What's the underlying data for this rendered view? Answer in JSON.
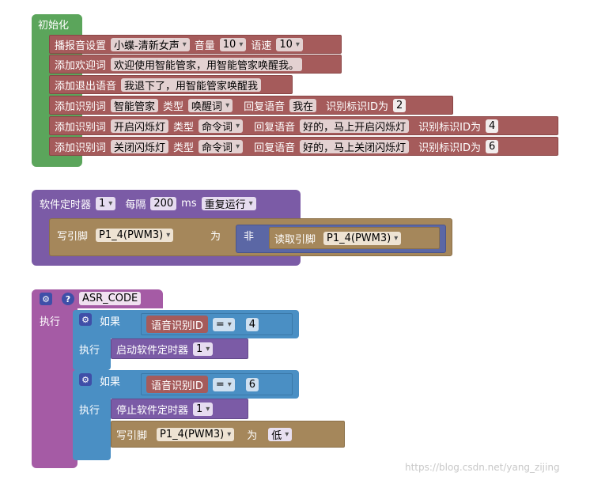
{
  "init": {
    "title": "初始化",
    "row1": {
      "label": "播报音设置",
      "voice": "小蝶-清新女声",
      "vol_label": "音量",
      "vol": "10",
      "speed_label": "语速",
      "speed": "10"
    },
    "row2": {
      "label": "添加欢迎词",
      "text": "欢迎使用智能管家，用智能管家唤醒我。"
    },
    "row3": {
      "label": "添加退出语音",
      "text": "我退下了，用智能管家唤醒我"
    },
    "row4": {
      "label": "添加识别词",
      "word": "智能管家",
      "type_label": "类型",
      "type": "唤醒词",
      "reply_label": "回复语音",
      "reply": "我在",
      "id_label": "识别标识ID为",
      "id": "2"
    },
    "row5": {
      "label": "添加识别词",
      "word": "开启闪烁灯",
      "type_label": "类型",
      "type": "命令词",
      "reply_label": "回复语音",
      "reply": "好的，马上开启闪烁灯",
      "id_label": "识别标识ID为",
      "id": "4"
    },
    "row6": {
      "label": "添加识别词",
      "word": "关闭闪烁灯",
      "type_label": "类型",
      "type": "命令词",
      "reply_label": "回复语音",
      "reply": "好的，马上关闭闪烁灯",
      "id_label": "识别标识ID为",
      "id": "6"
    }
  },
  "timer": {
    "label": "软件定时器",
    "index": "1",
    "every_label": "每隔",
    "interval": "200",
    "unit": "ms",
    "mode": "重复运行",
    "write": {
      "label": "写引脚",
      "pin": "P1_4(PWM3)",
      "as_label": "为",
      "not_label": "非",
      "read_label": "读取引脚",
      "read_pin": "P1_4(PWM3)"
    }
  },
  "asr": {
    "title": "ASR_CODE",
    "exec_label": "执行",
    "if1": {
      "if_label": "如果",
      "var": "语音识别ID",
      "op": "=",
      "value": "4",
      "exec_label": "执行",
      "action": "启动软件定时器",
      "action_index": "1"
    },
    "if2": {
      "if_label": "如果",
      "var": "语音识别ID",
      "op": "=",
      "value": "6",
      "exec_label": "执行",
      "action": "停止软件定时器",
      "action_index": "1",
      "write": {
        "label": "写引脚",
        "pin": "P1_4(PWM3)",
        "as_label": "为",
        "level": "低"
      }
    }
  },
  "watermark": "https://blog.csdn.net/yang_zijing"
}
